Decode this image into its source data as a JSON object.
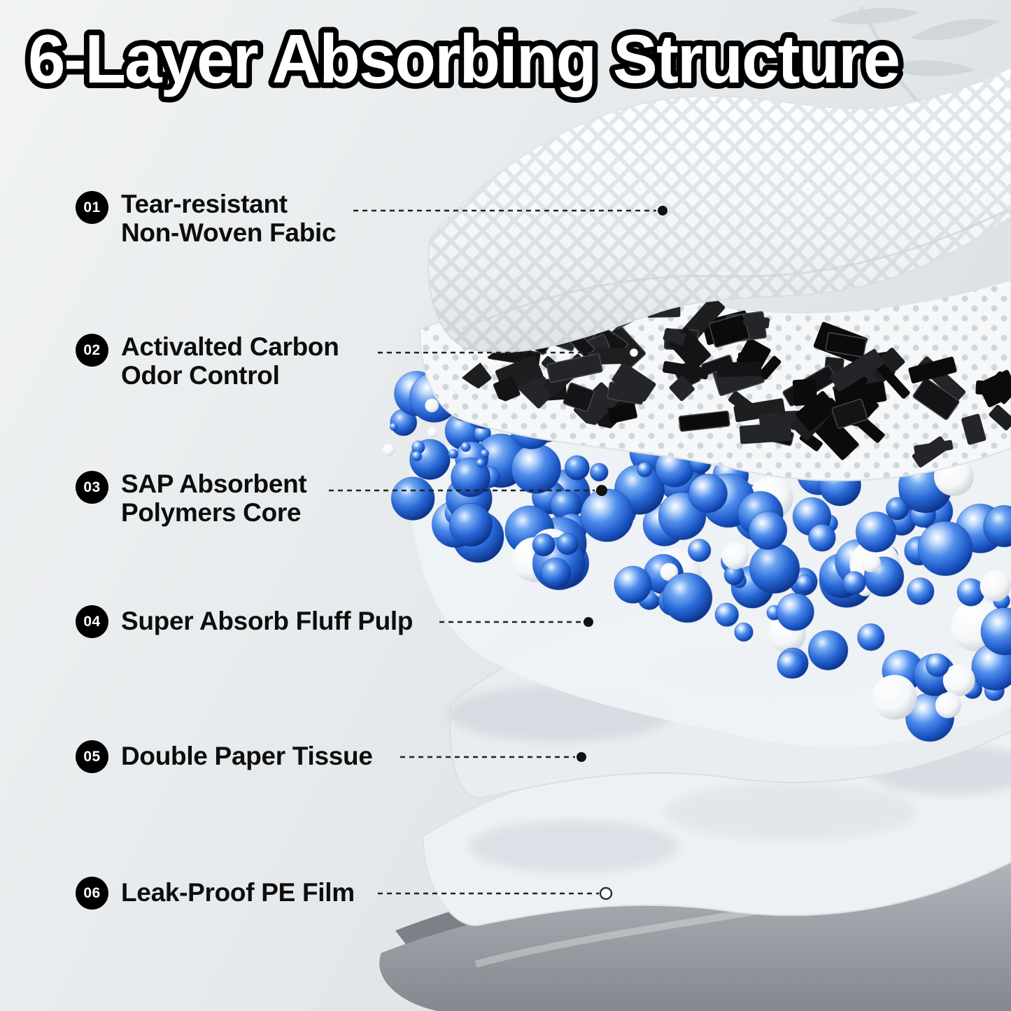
{
  "title": "6-Layer Absorbing Structure",
  "layers": [
    {
      "num": "01",
      "line1": "Tear-resistant",
      "line2": "Non-Woven Fabic"
    },
    {
      "num": "02",
      "line1": "Activalted Carbon",
      "line2": "Odor Control"
    },
    {
      "num": "03",
      "line1": "SAP Absorbent",
      "line2": "Polymers Core"
    },
    {
      "num": "04",
      "line1": "Super Absorb Fluff Pulp",
      "line2": ""
    },
    {
      "num": "05",
      "line1": "Double Paper Tissue",
      "line2": ""
    },
    {
      "num": "06",
      "line1": "Leak-Proof PE Film",
      "line2": ""
    }
  ],
  "colors": {
    "badge": "#000000",
    "label_text": "#0d0d0d",
    "bead_blue": "#2f6fe0",
    "carbon_black": "#101113",
    "film_gray": "#989ea3",
    "background": "#e4e8ea"
  }
}
